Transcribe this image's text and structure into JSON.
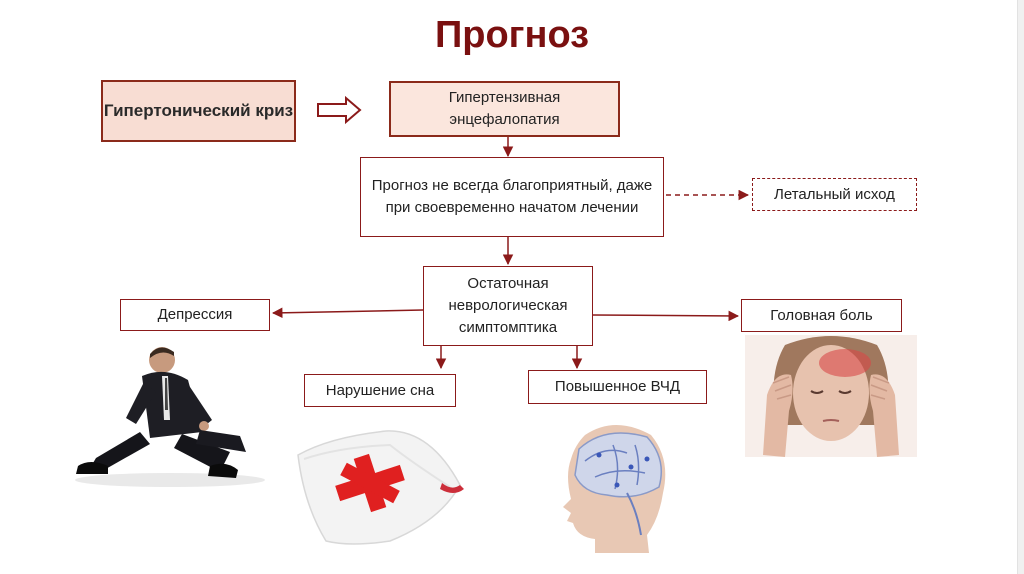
{
  "title": "Прогноз",
  "nodes": {
    "crisis": "Гипертонический криз",
    "encephalopathy": "Гипертензивная энцефалопатия",
    "prognosis": "Прогноз не всегда благоприятный, даже при своевременно начатом лечении",
    "lethal": "Летальный исход",
    "residual": "Остаточная неврологическая симптомптика",
    "depression": "Депрессия",
    "headache": "Головная боль",
    "sleep": "Нарушение сна",
    "icp": "Повышенное ВЧД"
  },
  "colors": {
    "title": "#7a1010",
    "arrow": "#8b1a1a",
    "highlight_fill": "#f8ddd3",
    "cross": "#e02020"
  },
  "images": [
    "sad-man-photo",
    "pillow-with-cross",
    "brain-head-illustration",
    "headache-woman-photo"
  ]
}
